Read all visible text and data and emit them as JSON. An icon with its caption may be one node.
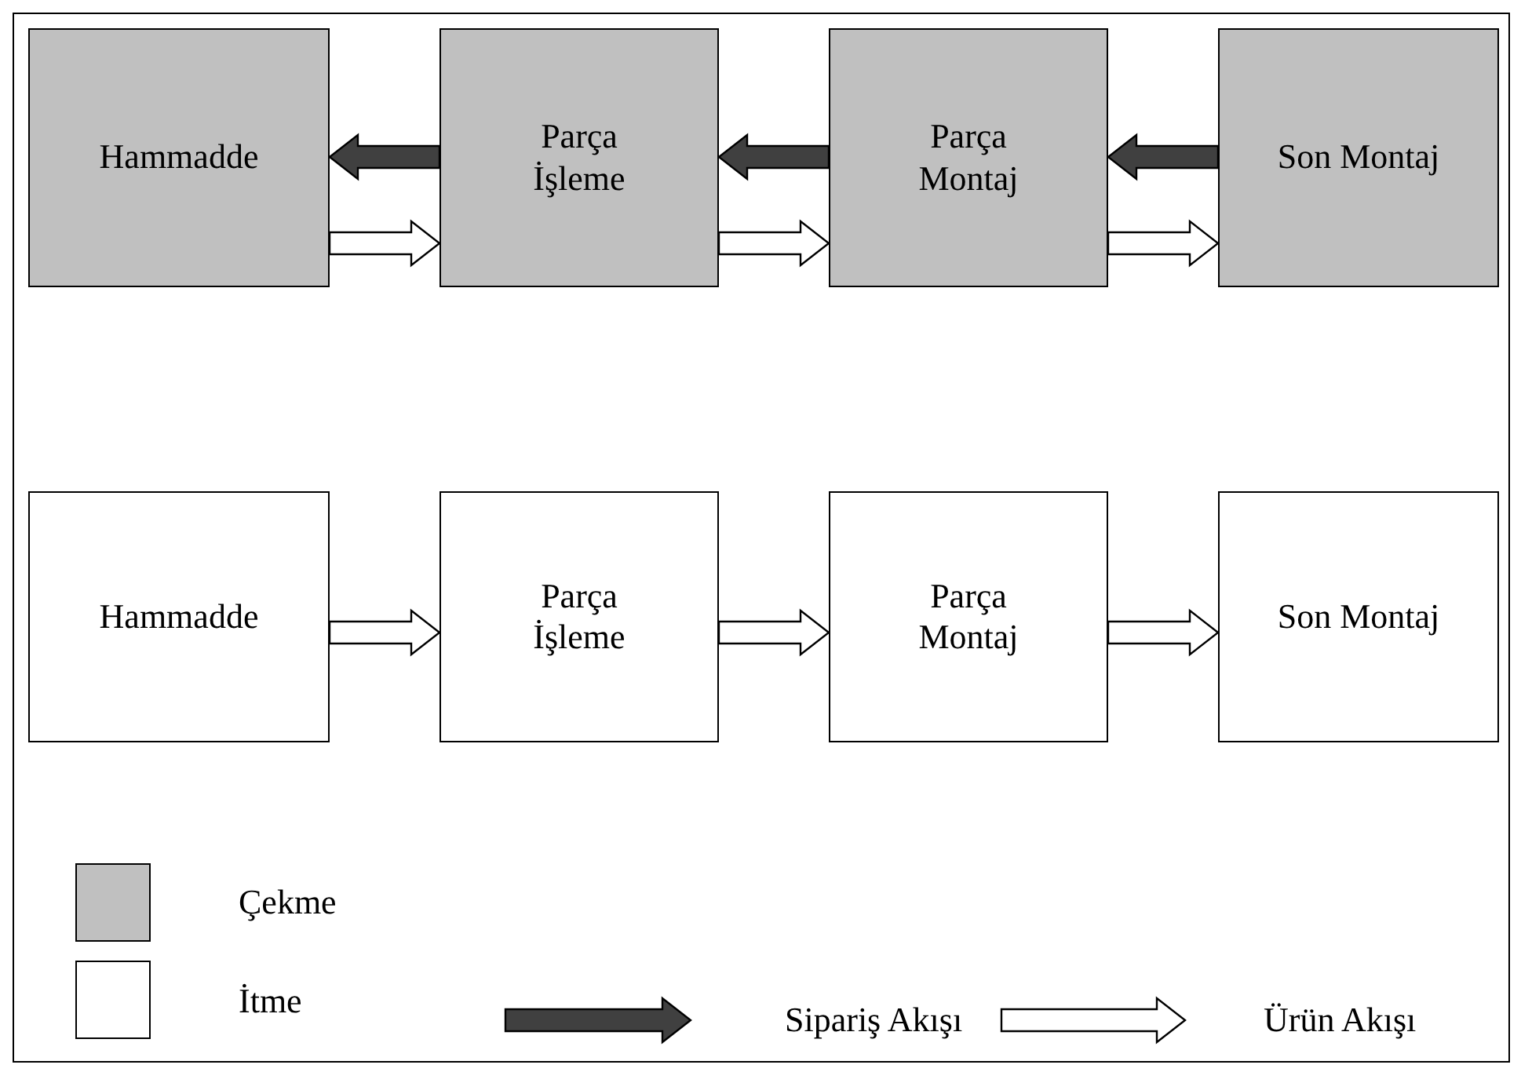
{
  "diagram": {
    "nodes": [
      {
        "text": [
          "Hammadde"
        ]
      },
      {
        "text": [
          "Parça İşleme"
        ]
      },
      {
        "text": [
          "Parça Montaj"
        ]
      },
      {
        "text": [
          "Son Montaj"
        ]
      },
      {
        "text": [
          "Hammadde"
        ]
      },
      {
        "text": [
          "Parça İşleme"
        ]
      },
      {
        "text": [
          "Parça Montaj"
        ]
      },
      {
        "text": [
          "Son Montaj"
        ]
      }
    ],
    "edges": [
      {
        "from": 1,
        "to": 0,
        "arrow": "to",
        "color": "#404040"
      },
      {
        "from": 0,
        "to": 1,
        "arrow": "to"
      },
      {
        "from": 2,
        "to": 1,
        "arrow": "to",
        "color": "#404040"
      },
      {
        "from": 1,
        "to": 2,
        "arrow": "to"
      },
      {
        "from": 3,
        "to": 2,
        "arrow": "to",
        "color": "#404040"
      },
      {
        "from": 2,
        "to": 3,
        "arrow": "to"
      },
      {
        "from": 4,
        "to": 5,
        "arrow": "to"
      },
      {
        "from": 5,
        "to": 6,
        "arrow": "to"
      },
      {
        "from": 6,
        "to": 7,
        "arrow": "to"
      }
    ],
    "legend": [
      {
        "text": "Çekme",
        "color": "#c0c0c0"
      },
      {
        "text": "İtme",
        "color": "#ffffff"
      },
      {
        "text": "Sipariş Akışı"
      },
      {
        "text": "Ürün Akışı"
      }
    ]
  }
}
